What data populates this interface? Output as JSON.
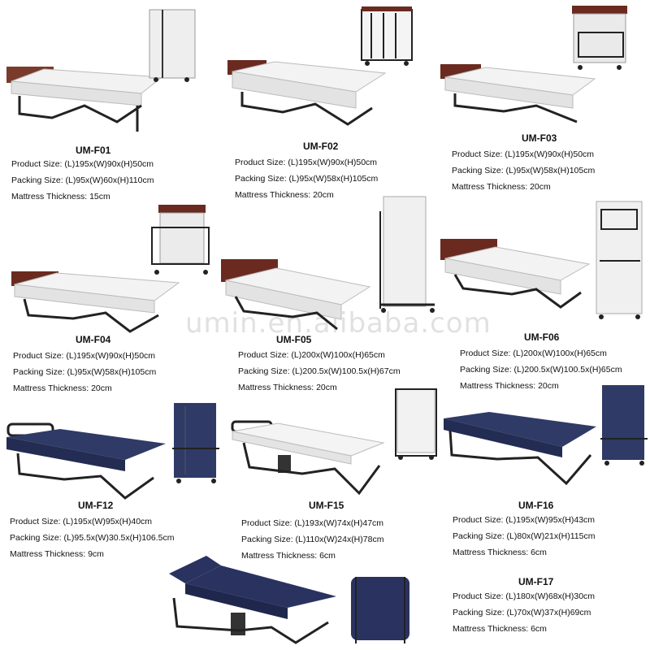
{
  "watermark": "umin.en.alibaba.com",
  "products": [
    {
      "model": "UM-F01",
      "product_size": "Product Size: (L)195x(W)90x(H)50cm",
      "packing_size": "Packing Size: (L)95x(W)60x(H)110cm",
      "mattress": "Mattress Thickness: 15cm",
      "mattress_color": "#f2f2f2"
    },
    {
      "model": "UM-F02",
      "product_size": "Product Size: (L)195x(W)90x(H)50cm",
      "packing_size": "Packing Size: (L)95x(W)58x(H)105cm",
      "mattress": "Mattress Thickness: 20cm",
      "mattress_color": "#f2f2f2"
    },
    {
      "model": "UM-F03",
      "product_size": "Product Size: (L)195x(W)90x(H)50cm",
      "packing_size": "Packing Size: (L)95x(W)58x(H)105cm",
      "mattress": "Mattress Thickness: 20cm",
      "mattress_color": "#f2f2f2"
    },
    {
      "model": "UM-F04",
      "product_size": "Product Size: (L)195x(W)90x(H)50cm",
      "packing_size": "Packing Size: (L)95x(W)58x(H)105cm",
      "mattress": "Mattress Thickness: 20cm",
      "mattress_color": "#f2f2f2"
    },
    {
      "model": "UM-F05",
      "product_size": "Product Size: (L)200x(W)100x(H)65cm",
      "packing_size": "Packing Size: (L)200.5x(W)100.5x(H)67cm",
      "mattress": "Mattress Thickness: 20cm",
      "mattress_color": "#f2f2f2"
    },
    {
      "model": "UM-F06",
      "product_size": "Product Size: (L)200x(W)100x(H)65cm",
      "packing_size": "Packing Size: (L)200.5x(W)100.5x(H)65cm",
      "mattress": "Mattress Thickness: 20cm",
      "mattress_color": "#f2f2f2"
    },
    {
      "model": "UM-F12",
      "product_size": "Product Size: (L)195x(W)95x(H)40cm",
      "packing_size": "Packing Size: (L)95.5x(W)30.5x(H)106.5cm",
      "mattress": "Mattress Thickness: 9cm",
      "mattress_color": "#2f3a66"
    },
    {
      "model": "UM-F15",
      "product_size": "Product Size: (L)193x(W)74x(H)47cm",
      "packing_size": "Packing Size: (L)110x(W)24x(H)78cm",
      "mattress": "Mattress Thickness: 6cm",
      "mattress_color": "#f4f4f4"
    },
    {
      "model": "UM-F16",
      "product_size": "Product Size: (L)195x(W)95x(H)43cm",
      "packing_size": "Packing Size: (L)80x(W)21x(H)115cm",
      "mattress": "Mattress Thickness: 6cm",
      "mattress_color": "#2f3a66"
    },
    {
      "model": "UM-F17",
      "product_size": "Product Size: (L)180x(W)68x(H)30cm",
      "packing_size": "Packing Size: (L)70x(W)37x(H)69cm",
      "mattress": "Mattress Thickness: 6cm",
      "mattress_color": "#2a3260"
    }
  ]
}
